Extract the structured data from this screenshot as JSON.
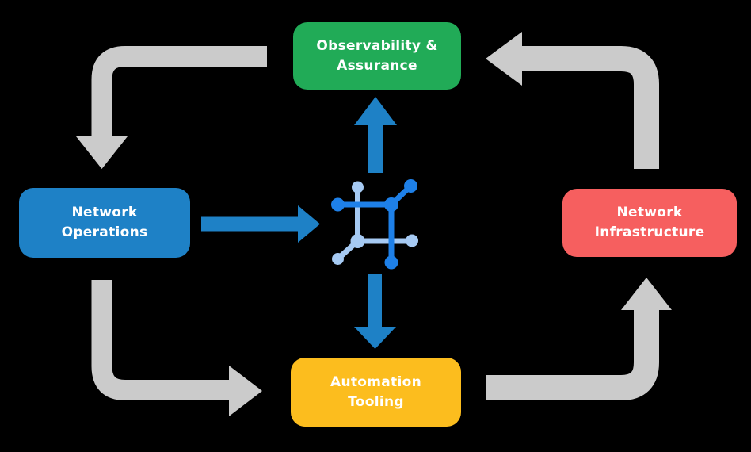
{
  "diagram": {
    "title": "network lifecycle diagram",
    "background_color": "#000000",
    "nodes": {
      "observability": {
        "label": "Observability &\nAssurance",
        "color": "#21ab57"
      },
      "operations": {
        "label": "Network\nOperations",
        "color": "#1e81c6"
      },
      "infrastructure": {
        "label": "Network\nInfrastructure",
        "color": "#f65f5f"
      },
      "automation": {
        "label": "Automation\nTooling",
        "color": "#fcbd1e"
      }
    },
    "center_icon": {
      "name": "network-fabric-icon",
      "color_primary": "#1e80e8",
      "color_secondary": "#a6caf3"
    },
    "edges": [
      {
        "from": "observability",
        "to": "operations",
        "color": "#cbcbcb",
        "shape": "elbow-down"
      },
      {
        "from": "operations",
        "to": "automation",
        "color": "#cbcbcb",
        "shape": "elbow-right"
      },
      {
        "from": "automation",
        "to": "infrastructure",
        "color": "#cbcbcb",
        "shape": "elbow-up"
      },
      {
        "from": "infrastructure",
        "to": "observability",
        "color": "#cbcbcb",
        "shape": "elbow-left"
      },
      {
        "from": "operations",
        "to": "center-icon",
        "color": "#1e81c6",
        "shape": "straight-right"
      },
      {
        "from": "center-icon",
        "to": "observability",
        "color": "#1e81c6",
        "shape": "straight-up"
      },
      {
        "from": "center-icon",
        "to": "automation",
        "color": "#1e81c6",
        "shape": "straight-down"
      }
    ],
    "text_color": "#ffffff"
  }
}
